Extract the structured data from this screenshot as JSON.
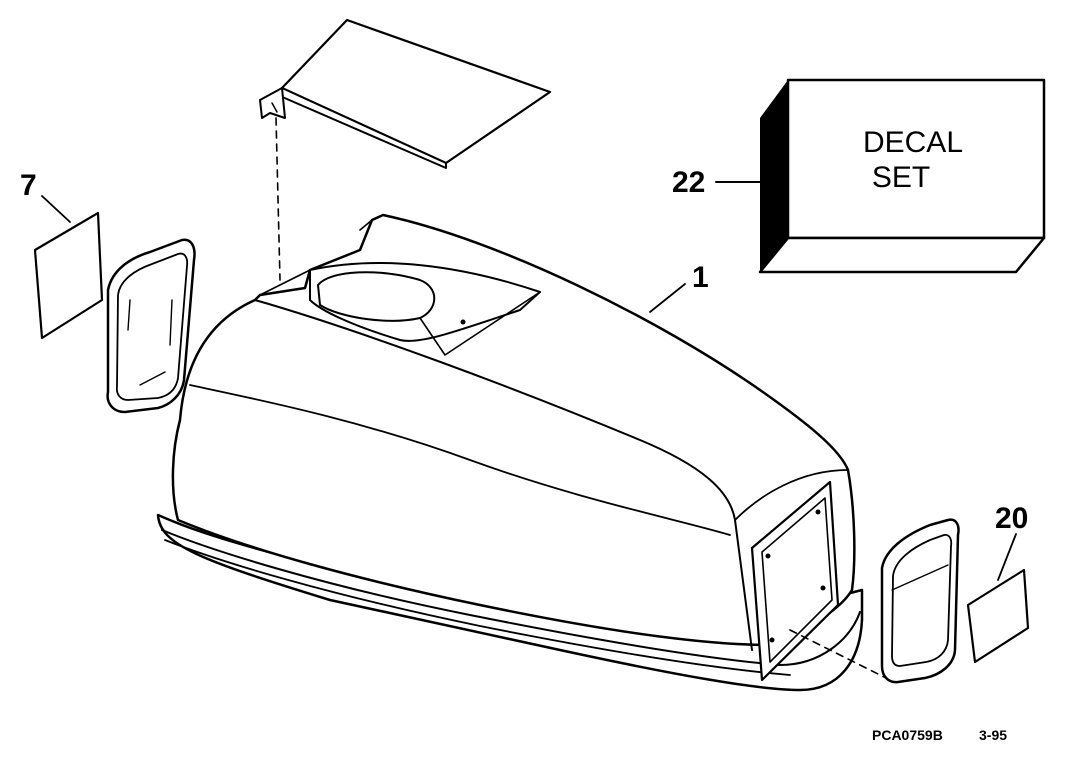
{
  "callouts": {
    "item_1": "1",
    "item_7": "7",
    "item_20": "20",
    "item_22": "22"
  },
  "decal_box": {
    "line1": "DECAL",
    "line2": "SET"
  },
  "footer": {
    "part_code": "PCA0759B",
    "date": "3-95"
  }
}
